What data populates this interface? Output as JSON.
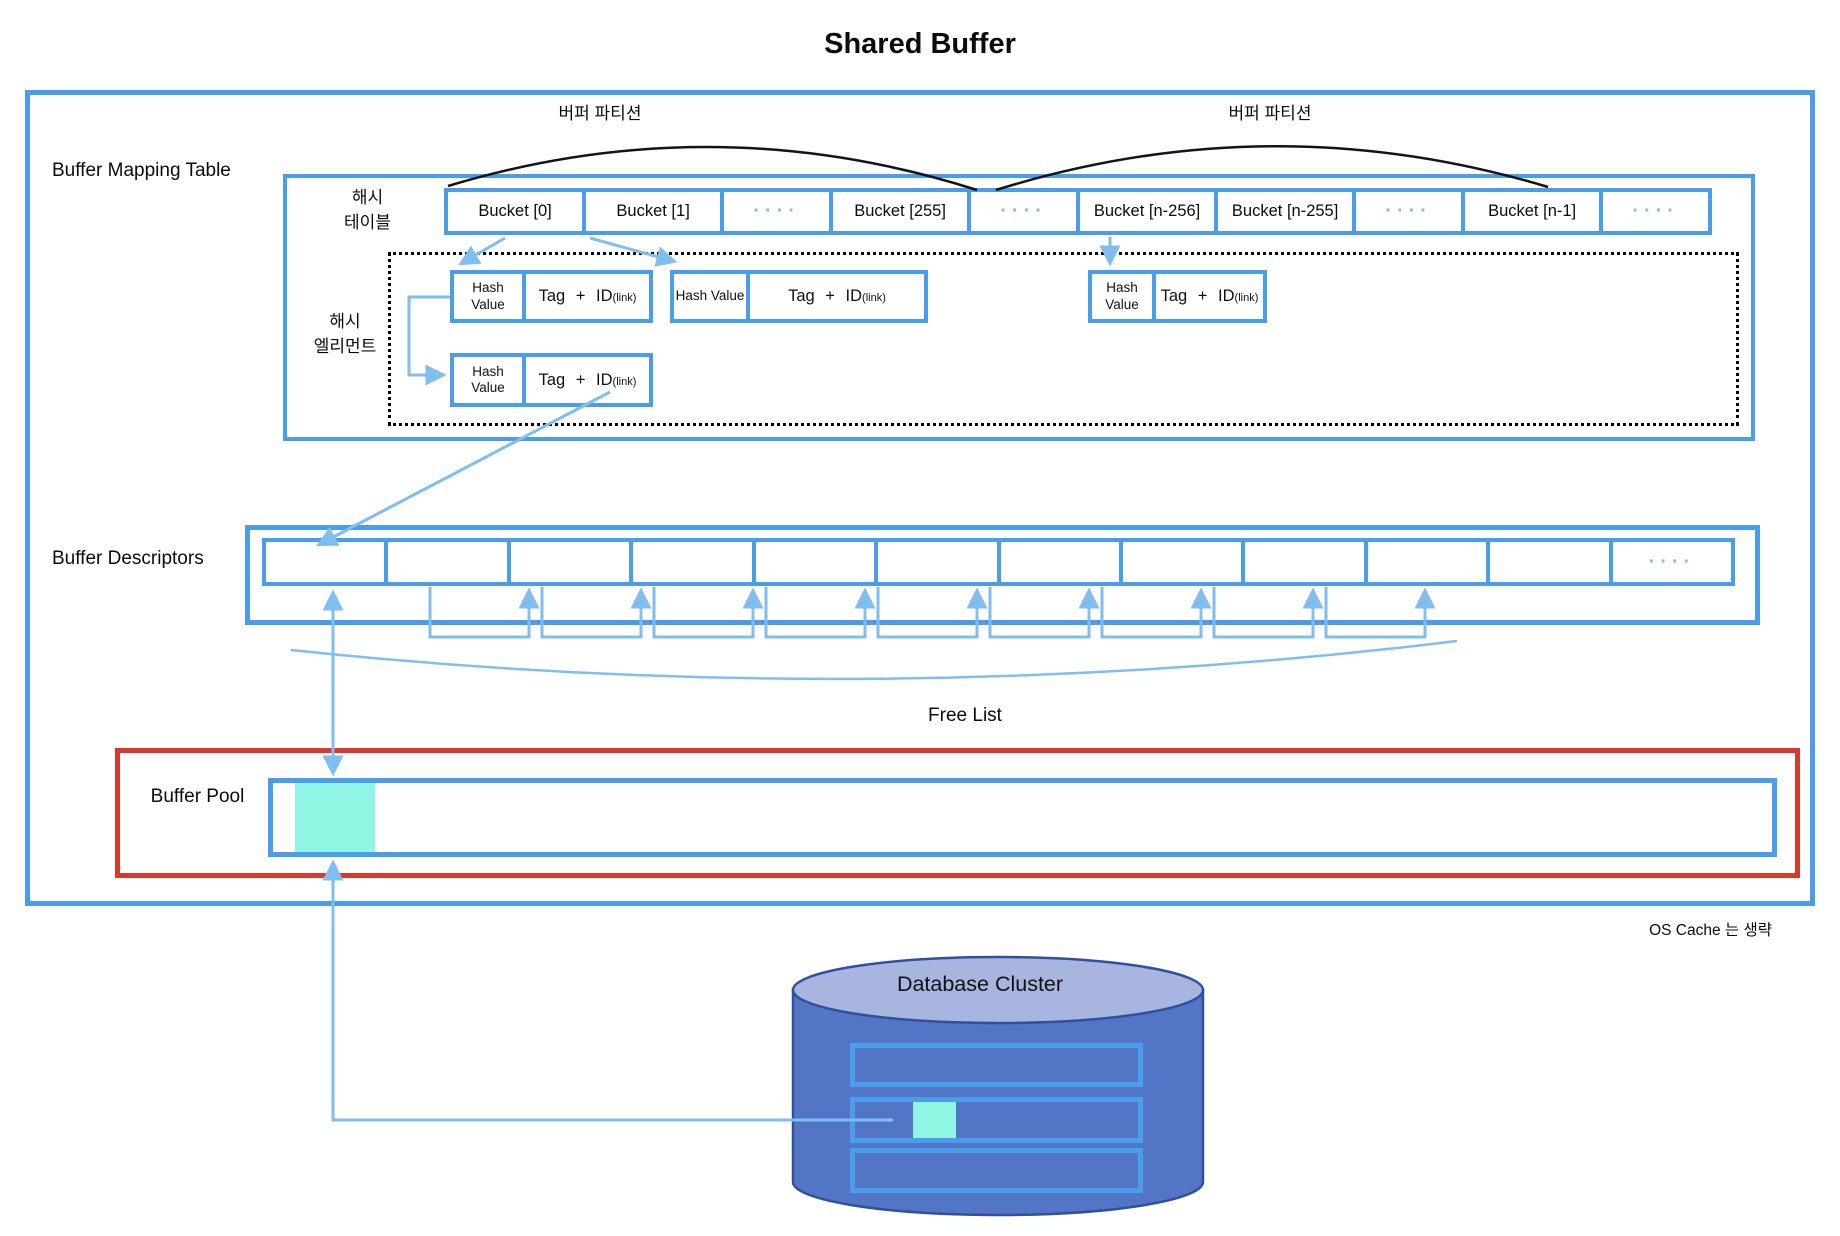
{
  "title": "Shared Buffer",
  "buffer_mapping_table": {
    "label": "Buffer Mapping Table",
    "partition_label_left": "버퍼 파티션",
    "partition_label_right": "버퍼 파티션",
    "hash_table_label": {
      "line1": "해시",
      "line2": "테이블"
    },
    "buckets": [
      {
        "label": "Bucket [0]"
      },
      {
        "label": "Bucket [1]"
      },
      {
        "label": "····",
        "dots": true
      },
      {
        "label": "Bucket [255]"
      },
      {
        "label": "····",
        "dots": true
      },
      {
        "label": "Bucket [n-256]"
      },
      {
        "label": "Bucket [n-255]"
      },
      {
        "label": "····",
        "dots": true
      },
      {
        "label": "Bucket [n-1]"
      },
      {
        "label": "····",
        "dots": true
      }
    ],
    "hash_element_label": {
      "line1": "해시",
      "line2": "엘리먼트"
    },
    "hash_element_text": {
      "hash_value": "Hash Value",
      "tag": "Tag + ID",
      "tag_sub": "(link)"
    }
  },
  "buffer_descriptors": {
    "label": "Buffer Descriptors",
    "cells": [
      "",
      "",
      "",
      "",
      "",
      "",
      "",
      "",
      "",
      "",
      "",
      "····"
    ]
  },
  "free_list_label": "Free List",
  "buffer_pool": {
    "label": "Buffer Pool"
  },
  "os_cache_note": "OS Cache 는 생략",
  "database_cluster": {
    "label": "Database Cluster"
  },
  "colors": {
    "primary_blue": "#4A9DEA",
    "light_blue_arrow": "#7FBEEF",
    "red_border": "#D9392C",
    "cyan_block": "#8FF6E3",
    "cylinder_body": "#5375C5",
    "cylinder_top": "#A8B6DF",
    "cylinder_outline": "#30509F"
  }
}
